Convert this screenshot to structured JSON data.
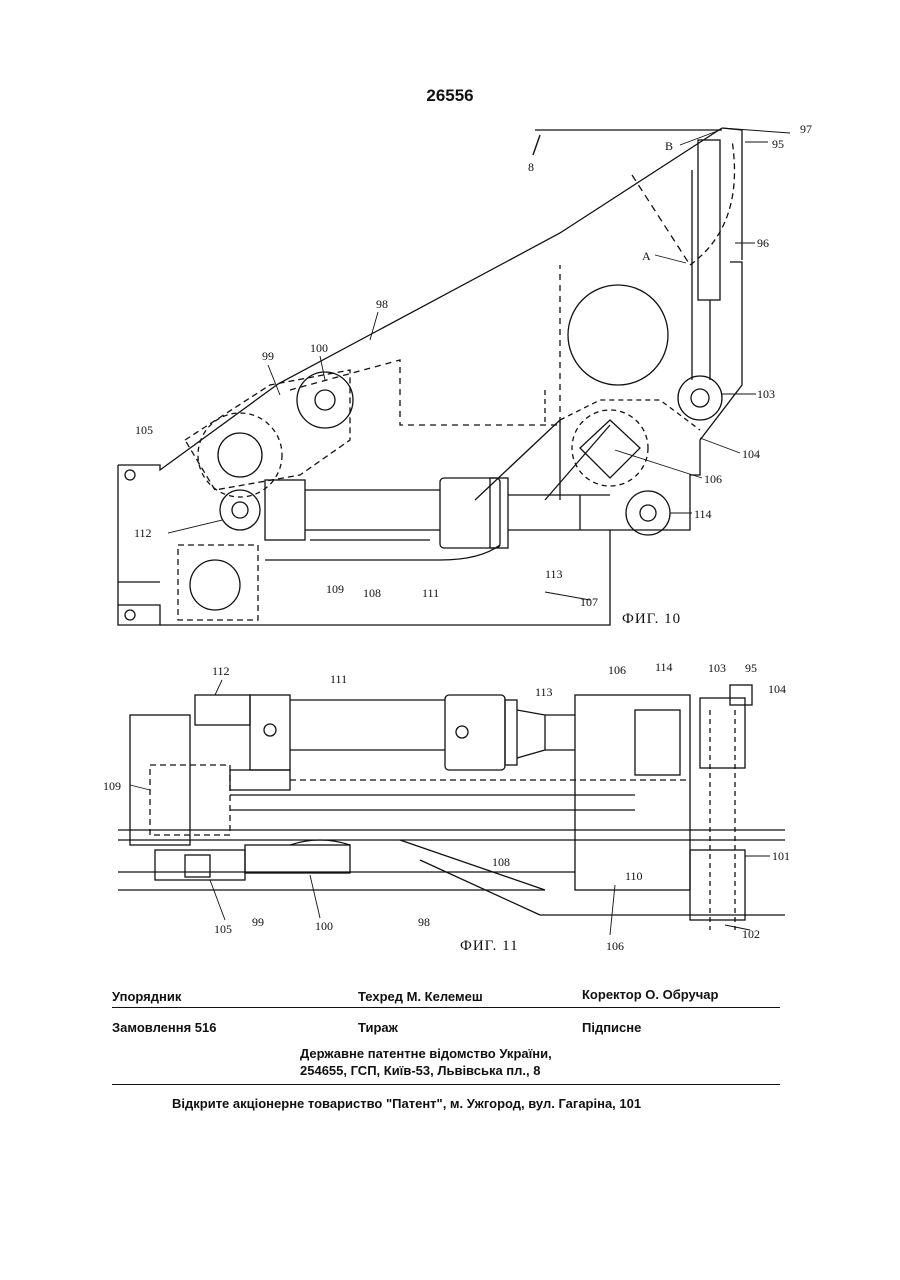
{
  "page_number": "26556",
  "fig10": {
    "caption": "ФИГ. 10",
    "letters": {
      "a": "A",
      "b": "B"
    },
    "labels": {
      "l8": "8",
      "l95": "95",
      "l96": "96",
      "l97": "97",
      "l98": "98",
      "l99": "99",
      "l100": "100",
      "l103": "103",
      "l104": "104",
      "l105": "105",
      "l106": "106",
      "l107": "107",
      "l108": "108",
      "l109": "109",
      "l111": "111",
      "l112": "112",
      "l113": "113",
      "l114": "114"
    }
  },
  "fig11": {
    "caption": "ФИГ. 11",
    "labels": {
      "l112": "112",
      "l111": "111",
      "l113": "113",
      "l106a": "106",
      "l114": "114",
      "l103": "103",
      "l95": "95",
      "l104": "104",
      "l109": "109",
      "l101": "101",
      "l108": "108",
      "l110": "110",
      "l105": "105",
      "l99": "99",
      "l100": "100",
      "l98": "98",
      "l106b": "106",
      "l102": "102"
    }
  },
  "footer": {
    "compiler": "Упорядник",
    "techred": "Техред М. Келемеш",
    "corrector": "Коректор  О. Обручар",
    "order": "Замовлення 516",
    "circulation": "Тираж",
    "subscription": "Підписне",
    "office_line1": "Державне патентне відомство України,",
    "office_line2": "254655, ГСП, Київ-53, Львівська пл., 8",
    "publisher": "Відкрите акціонерне товариство \"Патент\", м. Ужгород, вул. Гагаріна, 101"
  }
}
